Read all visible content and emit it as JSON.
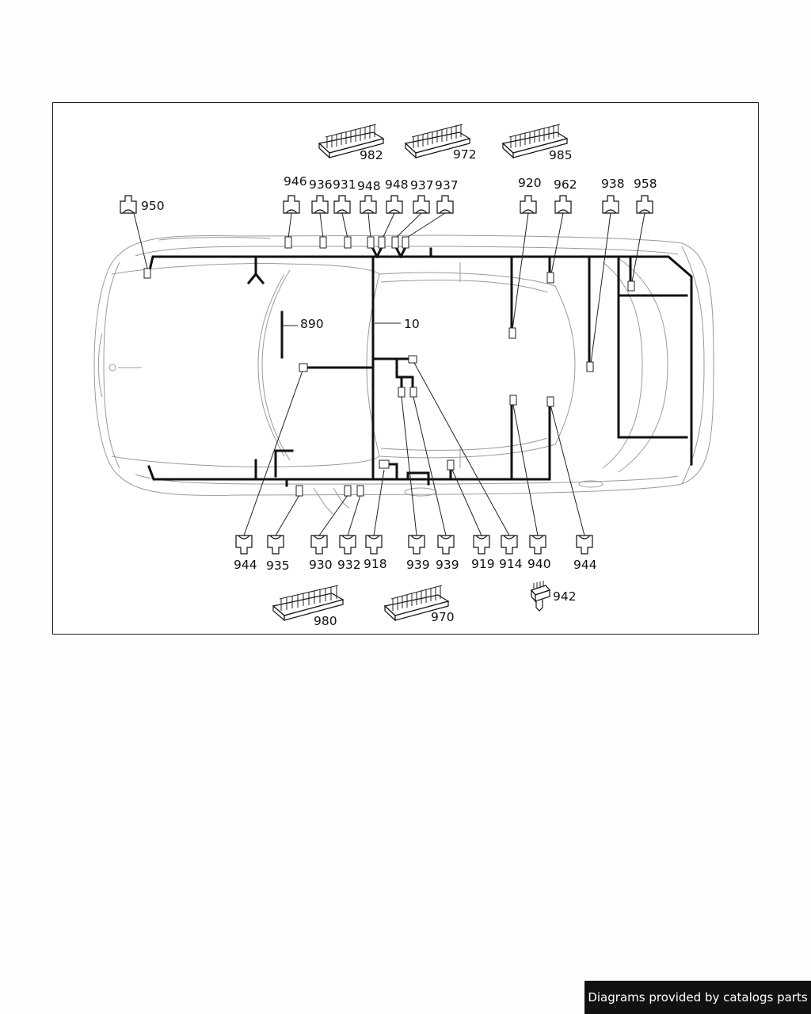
{
  "diagram": {
    "labels": {
      "l982": "982",
      "l972": "972",
      "l985": "985",
      "l950": "950",
      "l946": "946",
      "l936": "936",
      "l931": "931",
      "l948a": "948",
      "l948b": "948",
      "l937a": "937",
      "l937b": "937",
      "l920": "920",
      "l962": "962",
      "l938": "938",
      "l958": "958",
      "l890": "890",
      "l10": "10",
      "l944a": "944",
      "l935": "935",
      "l930": "930",
      "l932": "932",
      "l918": "918",
      "l939a": "939",
      "l939b": "939",
      "l919": "919",
      "l914": "914",
      "l940": "940",
      "l944b": "944",
      "l980": "980",
      "l970": "970",
      "l942": "942"
    }
  },
  "footer": {
    "text": "Diagrams provided by catalogs parts"
  }
}
